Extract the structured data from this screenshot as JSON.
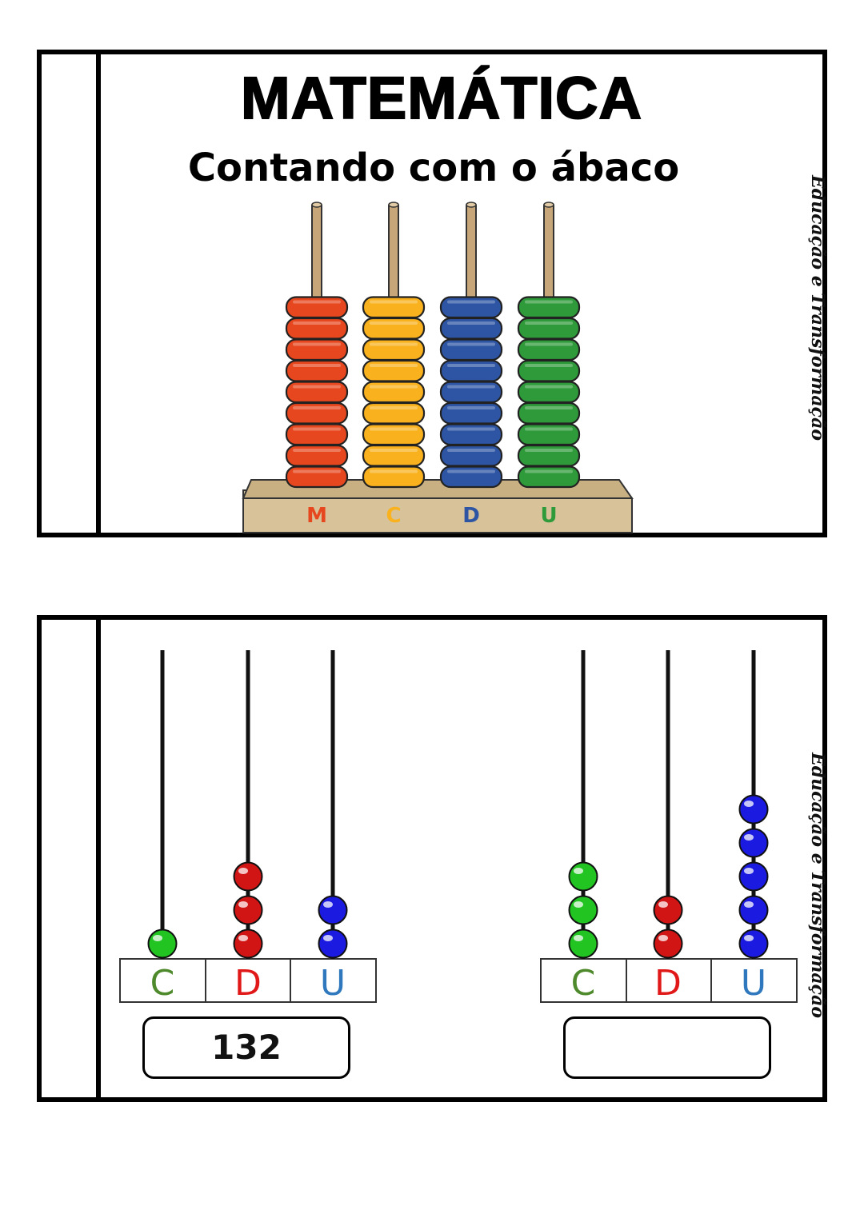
{
  "header": {
    "title": "MATEMÁTICA",
    "subtitle": "Contando com o ábaco",
    "credit": "Educação e Transformação"
  },
  "colors": {
    "M": "#e6471e",
    "C": "#f9b21e",
    "D": "#2d55a4",
    "U": "#2e9a3a",
    "green_bead": "#22c422",
    "red_bead": "#d11515",
    "blue_bead": "#1a1ae0",
    "label_C": "#4e8a2c",
    "label_D": "#e01818",
    "label_U": "#2f78bd"
  },
  "big_abacus": {
    "rods": [
      {
        "label": "M",
        "beads": 9
      },
      {
        "label": "C",
        "beads": 9
      },
      {
        "label": "D",
        "beads": 9
      },
      {
        "label": "U",
        "beads": 9
      }
    ]
  },
  "exercises": [
    {
      "labels": [
        "C",
        "D",
        "U"
      ],
      "beads": [
        1,
        3,
        2
      ],
      "answer": "132"
    },
    {
      "labels": [
        "C",
        "D",
        "U"
      ],
      "beads": [
        3,
        2,
        5
      ],
      "answer": ""
    }
  ]
}
